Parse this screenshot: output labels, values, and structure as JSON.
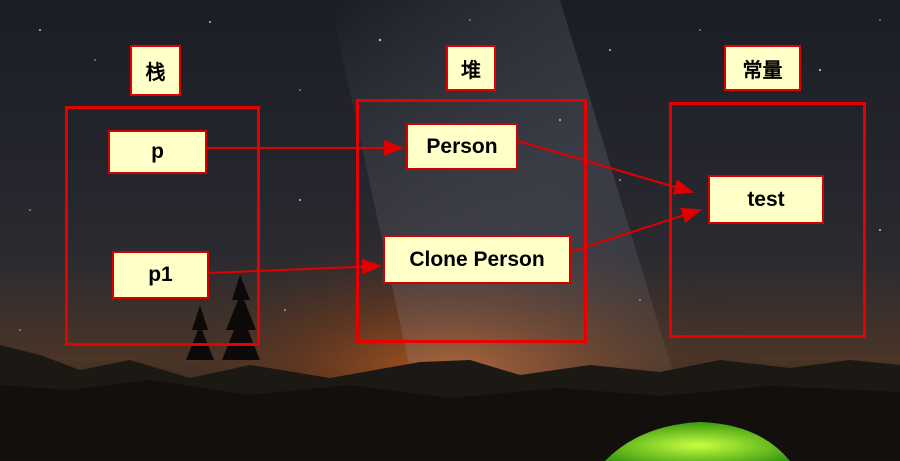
{
  "regions": {
    "stack_label": "栈",
    "heap_label": "堆",
    "constant_label": "常量"
  },
  "nodes": {
    "p": "p",
    "p1": "p1",
    "person": "Person",
    "clone_person": "Clone Person",
    "test": "test"
  },
  "colors": {
    "border": "#e00000",
    "box_fill": "#ffffc8",
    "arrow": "#e00000"
  }
}
